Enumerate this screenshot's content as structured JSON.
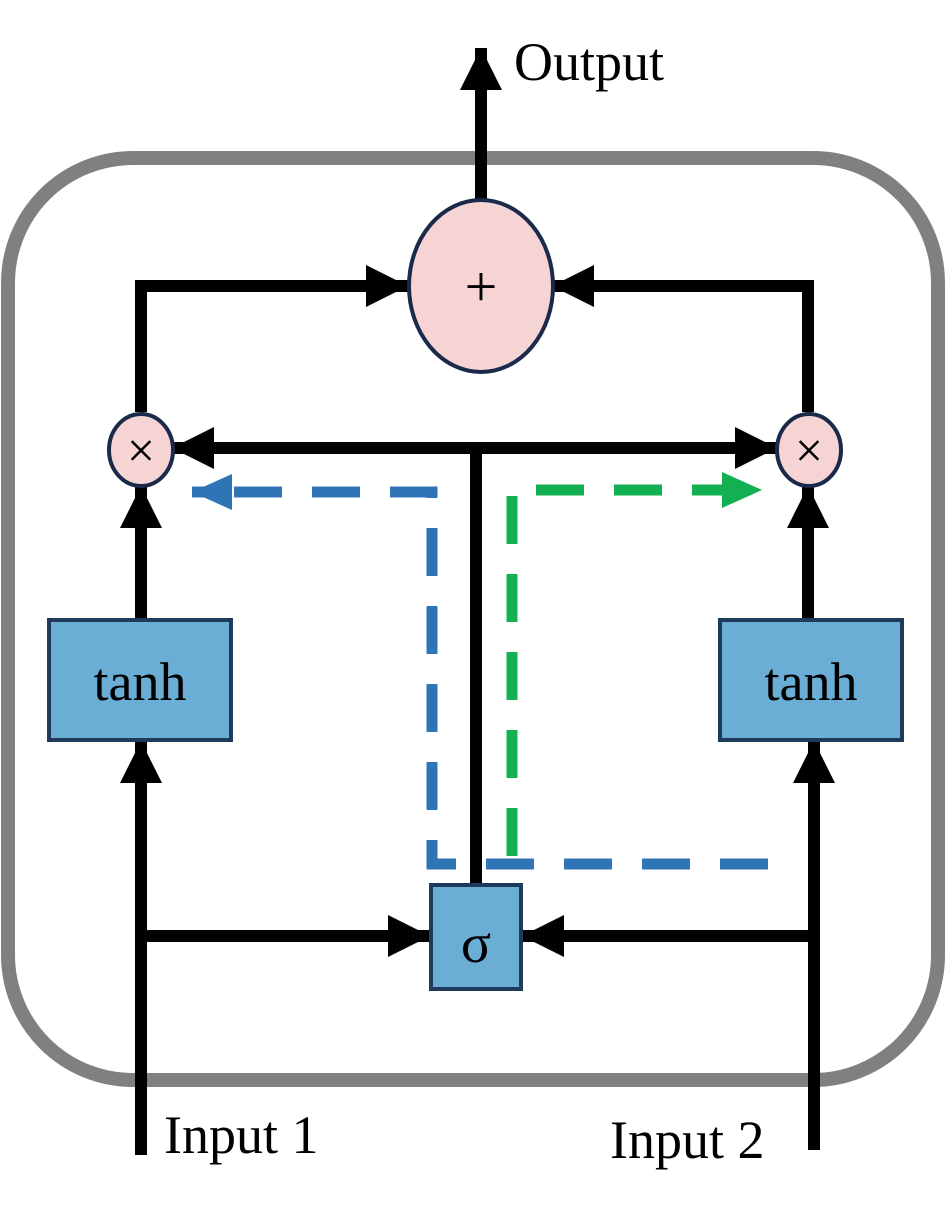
{
  "labels": {
    "output": "Output",
    "input1": "Input 1",
    "input2": "Input 2",
    "tanh_left": "tanh",
    "tanh_right": "tanh",
    "sigma": "σ",
    "plus": "+",
    "times_left": "×",
    "times_right": "×"
  },
  "colors": {
    "box_fill": "#6aaed6",
    "box_stroke": "#1f3a5a",
    "node_fill": "#f7d4d4",
    "node_stroke": "#1b2a4a",
    "frame": "#808080",
    "line": "#000000",
    "dash_blue": "#2f75b5",
    "dash_green": "#12b050"
  }
}
